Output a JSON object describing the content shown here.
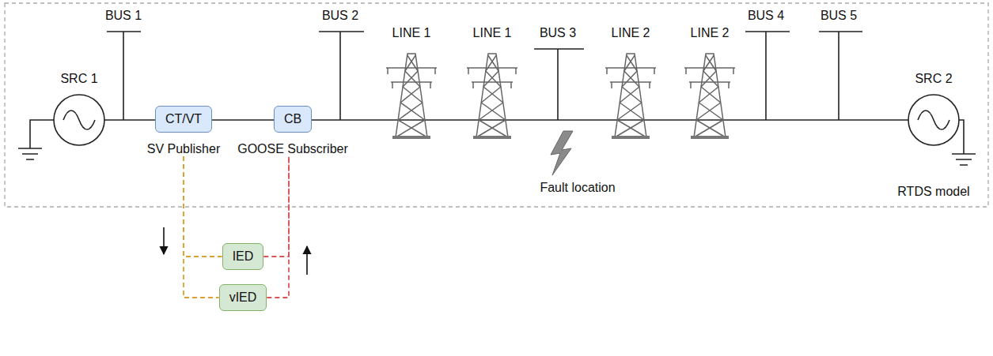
{
  "diagram": {
    "nodes": [
      {
        "text": [
          "CT/VT",
          "SV Publisher"
        ]
      },
      {
        "text": [
          "CB",
          "GOOSE Subscriber"
        ]
      },
      {
        "text": [
          "IED"
        ]
      },
      {
        "text": [
          "vIED"
        ]
      }
    ],
    "edges": [
      {
        "from": 0,
        "to": 2,
        "arrow": "none"
      },
      {
        "from": 0,
        "to": 3,
        "arrow": "none"
      },
      {
        "from": 2,
        "to": 1,
        "arrow": "none"
      },
      {
        "from": 3,
        "to": 1,
        "arrow": "none"
      }
    ],
    "labels": [
      "BUS 1",
      "BUS 2",
      "LINE 1",
      "LINE 1",
      "BUS 3",
      "LINE 2",
      "LINE 2",
      "BUS 4",
      "BUS 5",
      "SRC 1",
      "SRC 2",
      "Fault location",
      "RTDS model"
    ]
  }
}
